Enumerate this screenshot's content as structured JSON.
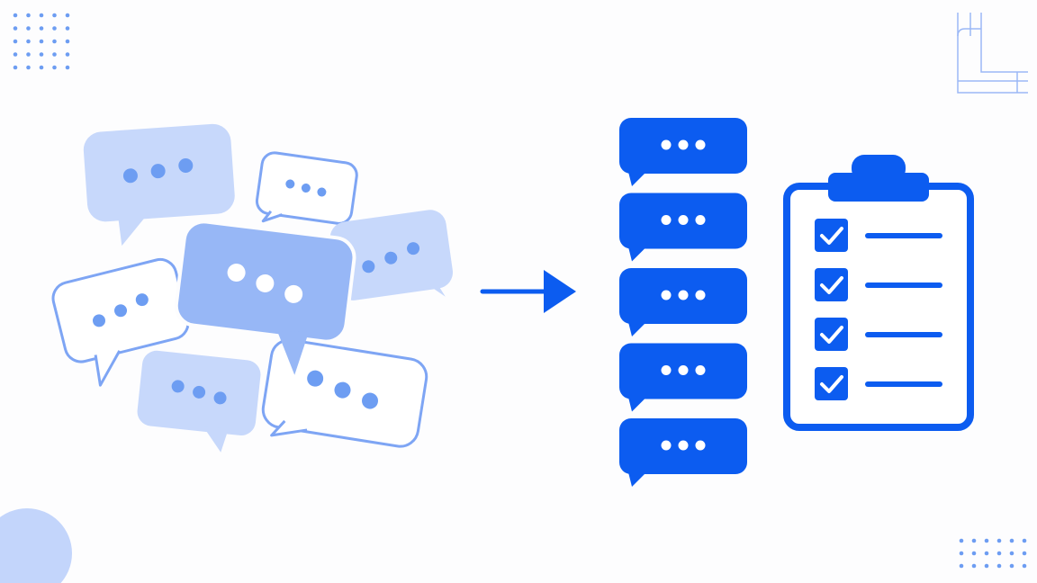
{
  "colors": {
    "primary": "#0c5cf0",
    "bubble_light": "#c7d8fb",
    "bubble_mid": "#97b7f6",
    "bubble_outline": "#7ea5f4",
    "dot_accent": "#6d9df2",
    "background": "#fdfdfe"
  },
  "icons": {
    "scattered_bubbles": "chat-bubble-icon",
    "arrow": "arrow-right-icon",
    "stacked_bubbles": "chat-bubble-icon",
    "checklist": "clipboard-checklist-icon",
    "check": "check-icon",
    "corner_mark": "corner-frame-icon"
  },
  "illustration": {
    "stacked_bubble_count": 5,
    "checklist_item_count": 4,
    "checked_item_count": 4
  }
}
